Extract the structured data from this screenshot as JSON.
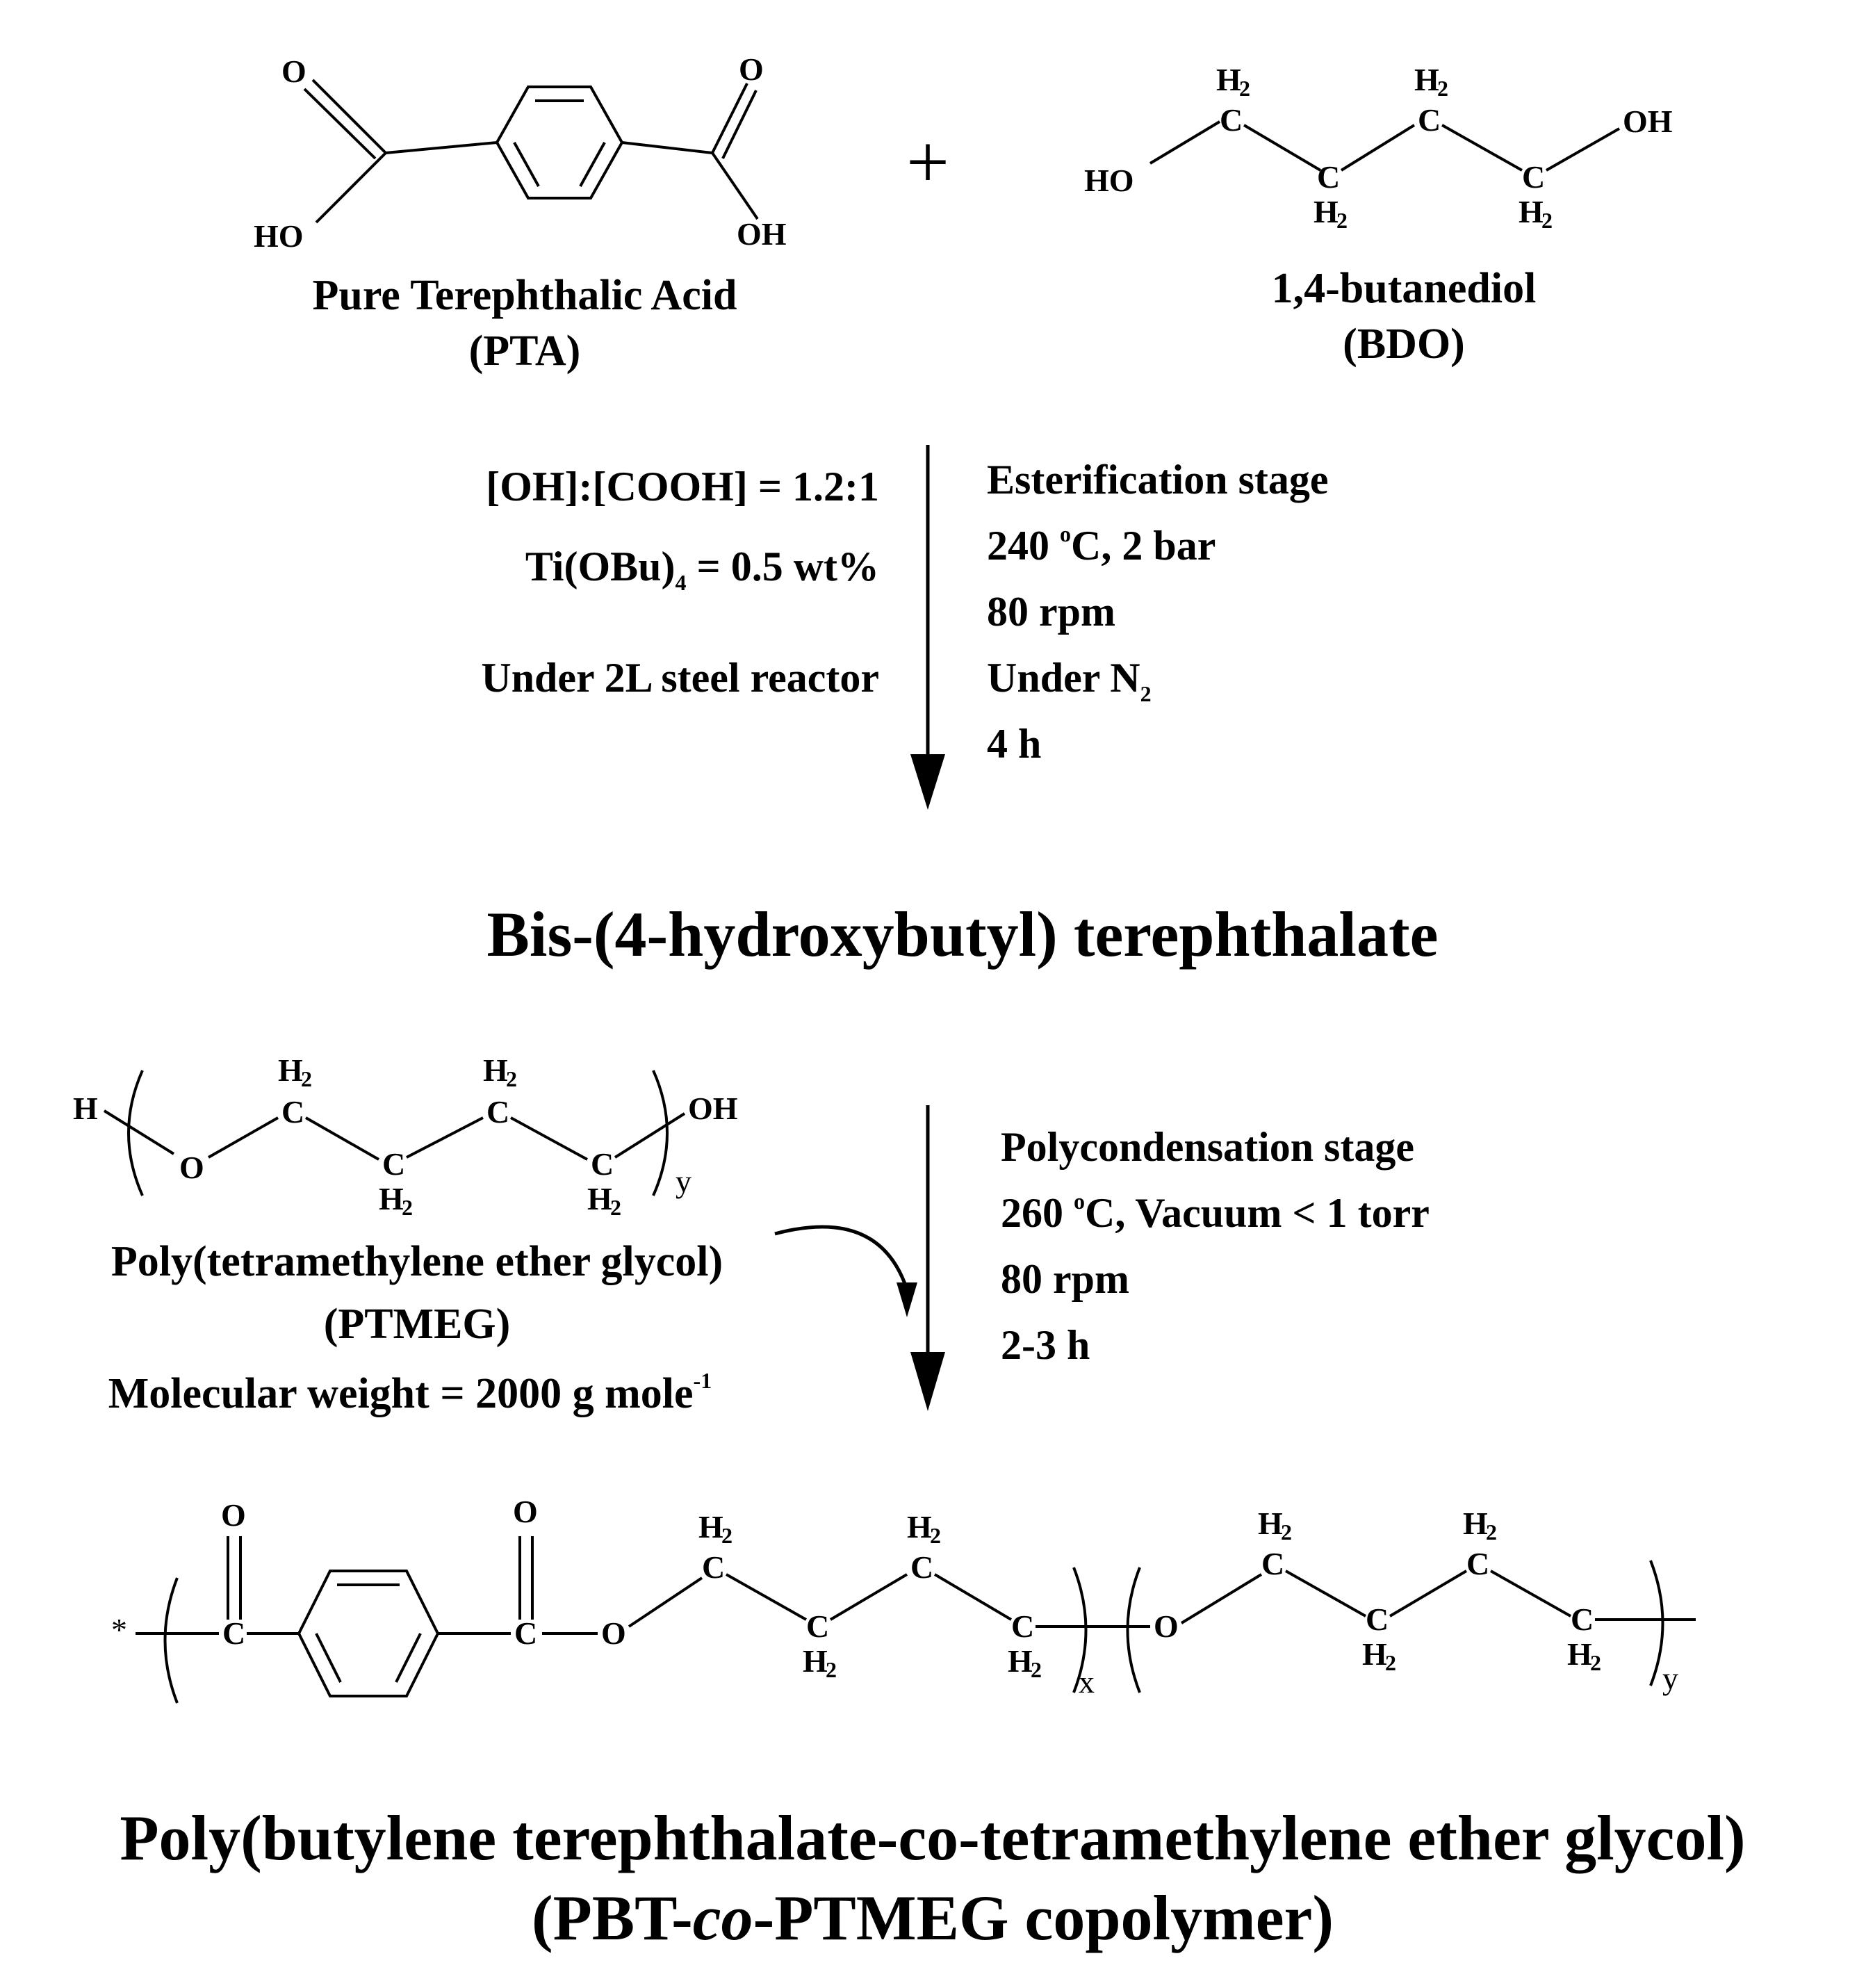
{
  "reactants": {
    "pta": {
      "o_left": "O",
      "o_right": "O",
      "ho": "HO",
      "oh": "OH",
      "name": "Pure Terephthalic Acid",
      "abbr": "(PTA)"
    },
    "plus": "+",
    "bdo": {
      "ho": "HO",
      "oh": "OH",
      "c": "C",
      "h": "H",
      "two": "2",
      "name": "1,4-butanediol",
      "abbr": "(BDO)"
    }
  },
  "stage1": {
    "left": {
      "line1": "[OH]:[COOH] = 1.2:1",
      "line2_main": "Ti(OBu)",
      "line2_sub": "4",
      "line2_rest": " = 0.5 wt%",
      "line3": "Under 2L steel reactor"
    },
    "right": {
      "line1": "Esterification stage",
      "line2_a": "240 ",
      "line2_sup": "o",
      "line2_b": "C, 2 bar",
      "line3": "80 rpm",
      "line4_main": "Under N",
      "line4_sub": "2",
      "line5": "4 h"
    }
  },
  "intermediate": "Bis-(4-hydroxybutyl) terephthalate",
  "ptmeg": {
    "h": "H",
    "o": "O",
    "oh": "OH",
    "c": "C",
    "hh": "H",
    "two": "2",
    "y": "y",
    "name": "Poly(tetramethylene ether glycol)",
    "abbr": "(PTMEG)",
    "mw_main": "Molecular weight = 2000 g mole",
    "mw_sup": "-1"
  },
  "stage2": {
    "line1": "Polycondensation stage",
    "line2_a": "260 ",
    "line2_sup": "o",
    "line2_b": "C, Vacuum < 1 torr",
    "line3": "80 rpm",
    "line4": "2-3 h"
  },
  "product": {
    "star": "*",
    "c": "C",
    "o": "O",
    "h": "H",
    "two": "2",
    "x": "x",
    "y": "y",
    "name_line1": "Poly(butylene terephthalate-co-tetramethylene ether glycol)",
    "name_line2_a": "(PBT-",
    "name_line2_italic": "co",
    "name_line2_b": "-PTMEG copolymer)"
  }
}
